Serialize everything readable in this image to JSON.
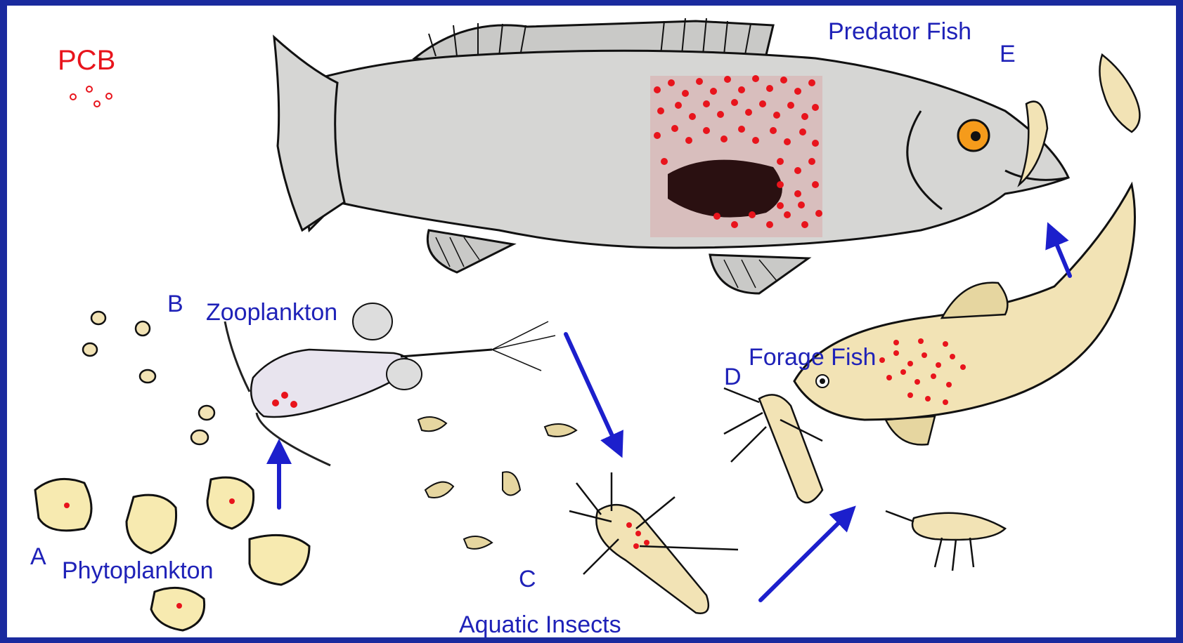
{
  "legend": {
    "label": "PCB",
    "dot_color": "#e8141c"
  },
  "stages": [
    {
      "letter": "A",
      "name": "Phytoplankton"
    },
    {
      "letter": "B",
      "name": "Zooplankton"
    },
    {
      "letter": "C",
      "name": "Aquatic Insects"
    },
    {
      "letter": "D",
      "name": "Forage Fish"
    },
    {
      "letter": "E",
      "name": "Predator Fish"
    }
  ],
  "colors": {
    "frame": "#1a2a9e",
    "label": "#1f22b8",
    "arrow": "#1c1fcc",
    "pcb": "#e8141c",
    "predator_fish": "#d6d6d4",
    "forage_fish": "#f2e3b5",
    "phytoplankton": "#f7eab0"
  }
}
